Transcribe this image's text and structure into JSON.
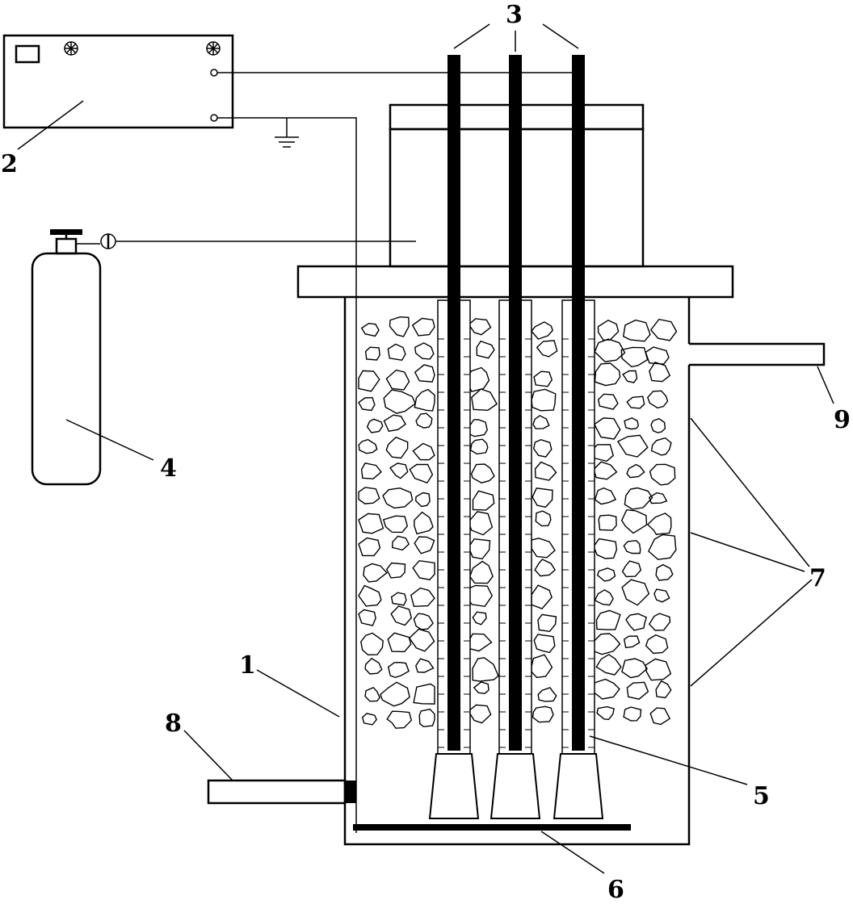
{
  "labels": {
    "reactor_vessel": "1",
    "power_supply": "2",
    "electrodes": "3",
    "gas_cylinder": "4",
    "electrode_sleeve": "5",
    "bottom_plate": "6",
    "packing": "7",
    "inlet_pipe": "8",
    "outlet_pipe": "9"
  },
  "colors": {
    "line": "#000000",
    "background": "#ffffff"
  },
  "icons": {
    "power_supply": "power-supply-box",
    "ground": "ground-symbol",
    "valve": "valve-symbol",
    "cylinder": "gas-cylinder"
  }
}
